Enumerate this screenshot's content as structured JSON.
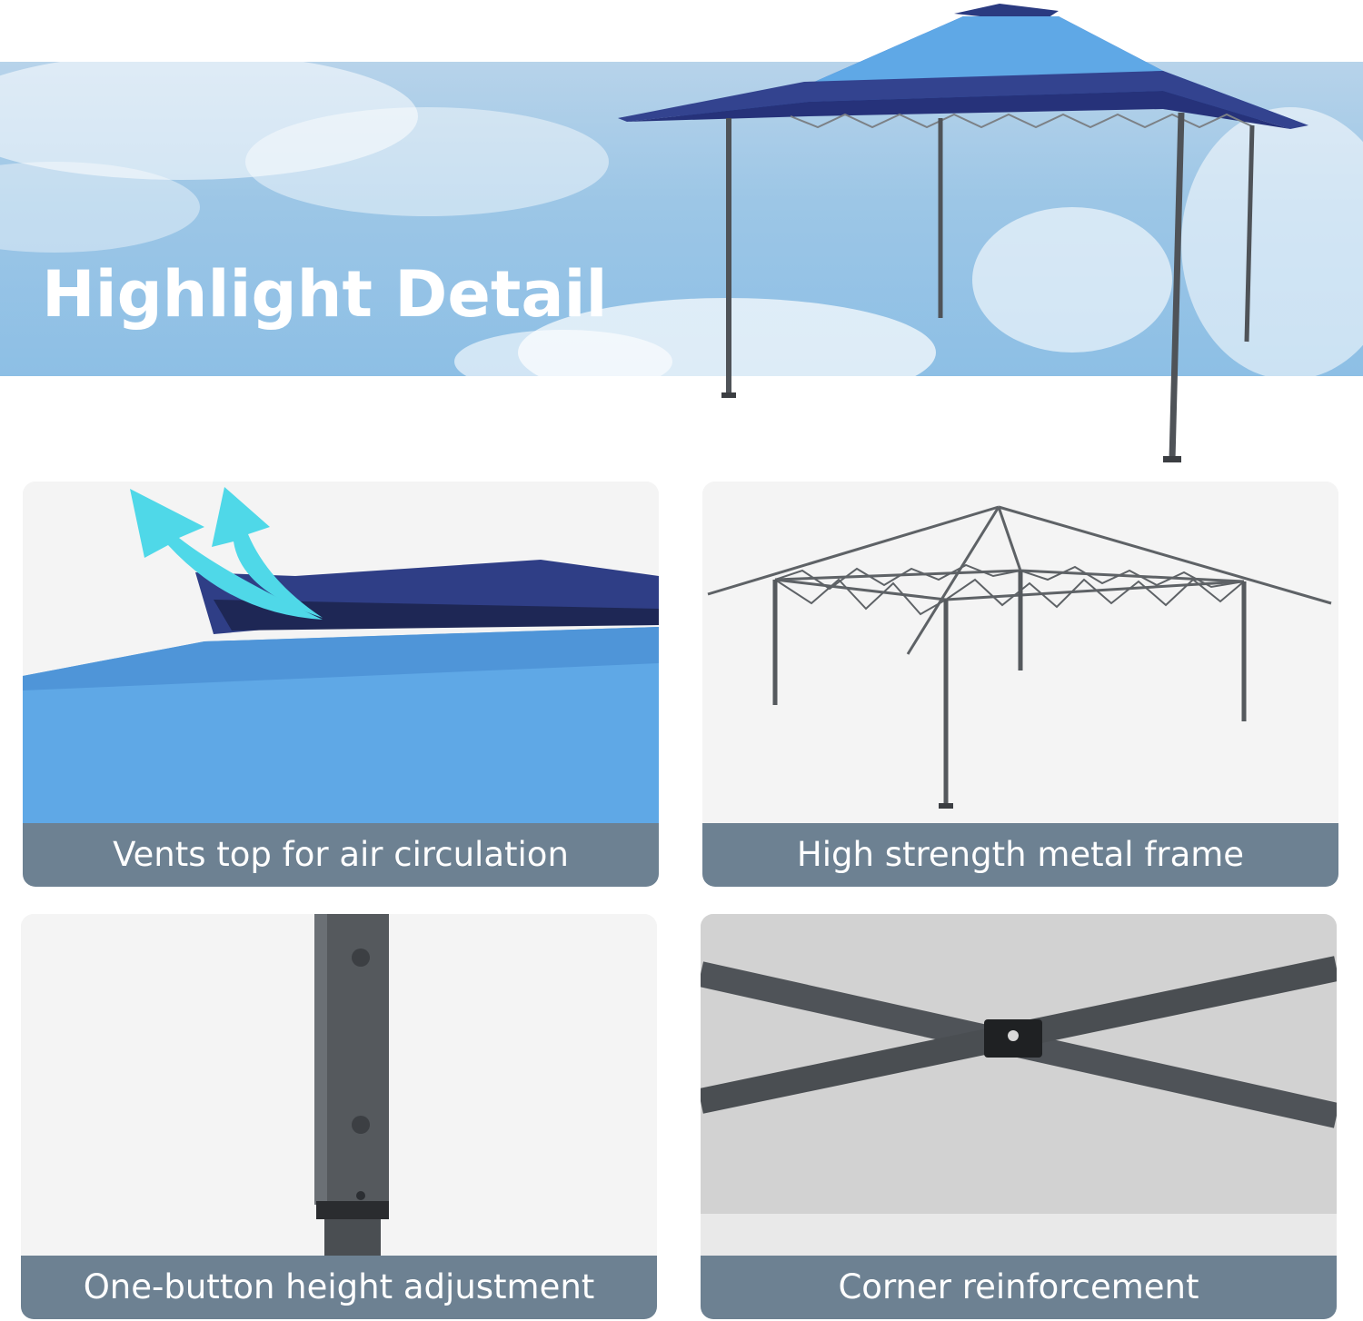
{
  "hero": {
    "title": "Highlight Detail"
  },
  "panels": [
    {
      "caption": "Vents top for air circulation",
      "icon": "arrow-up-icon"
    },
    {
      "caption": "High strength metal frame"
    },
    {
      "caption": "One-button height adjustment"
    },
    {
      "caption": "Corner reinforcement"
    }
  ],
  "colors": {
    "caption_band": "#6d8192",
    "canopy_blue": "#5fa8e6",
    "canopy_navy": "#33438f",
    "vent_arrow": "#4fd8e8",
    "frame": "#5e6266"
  }
}
